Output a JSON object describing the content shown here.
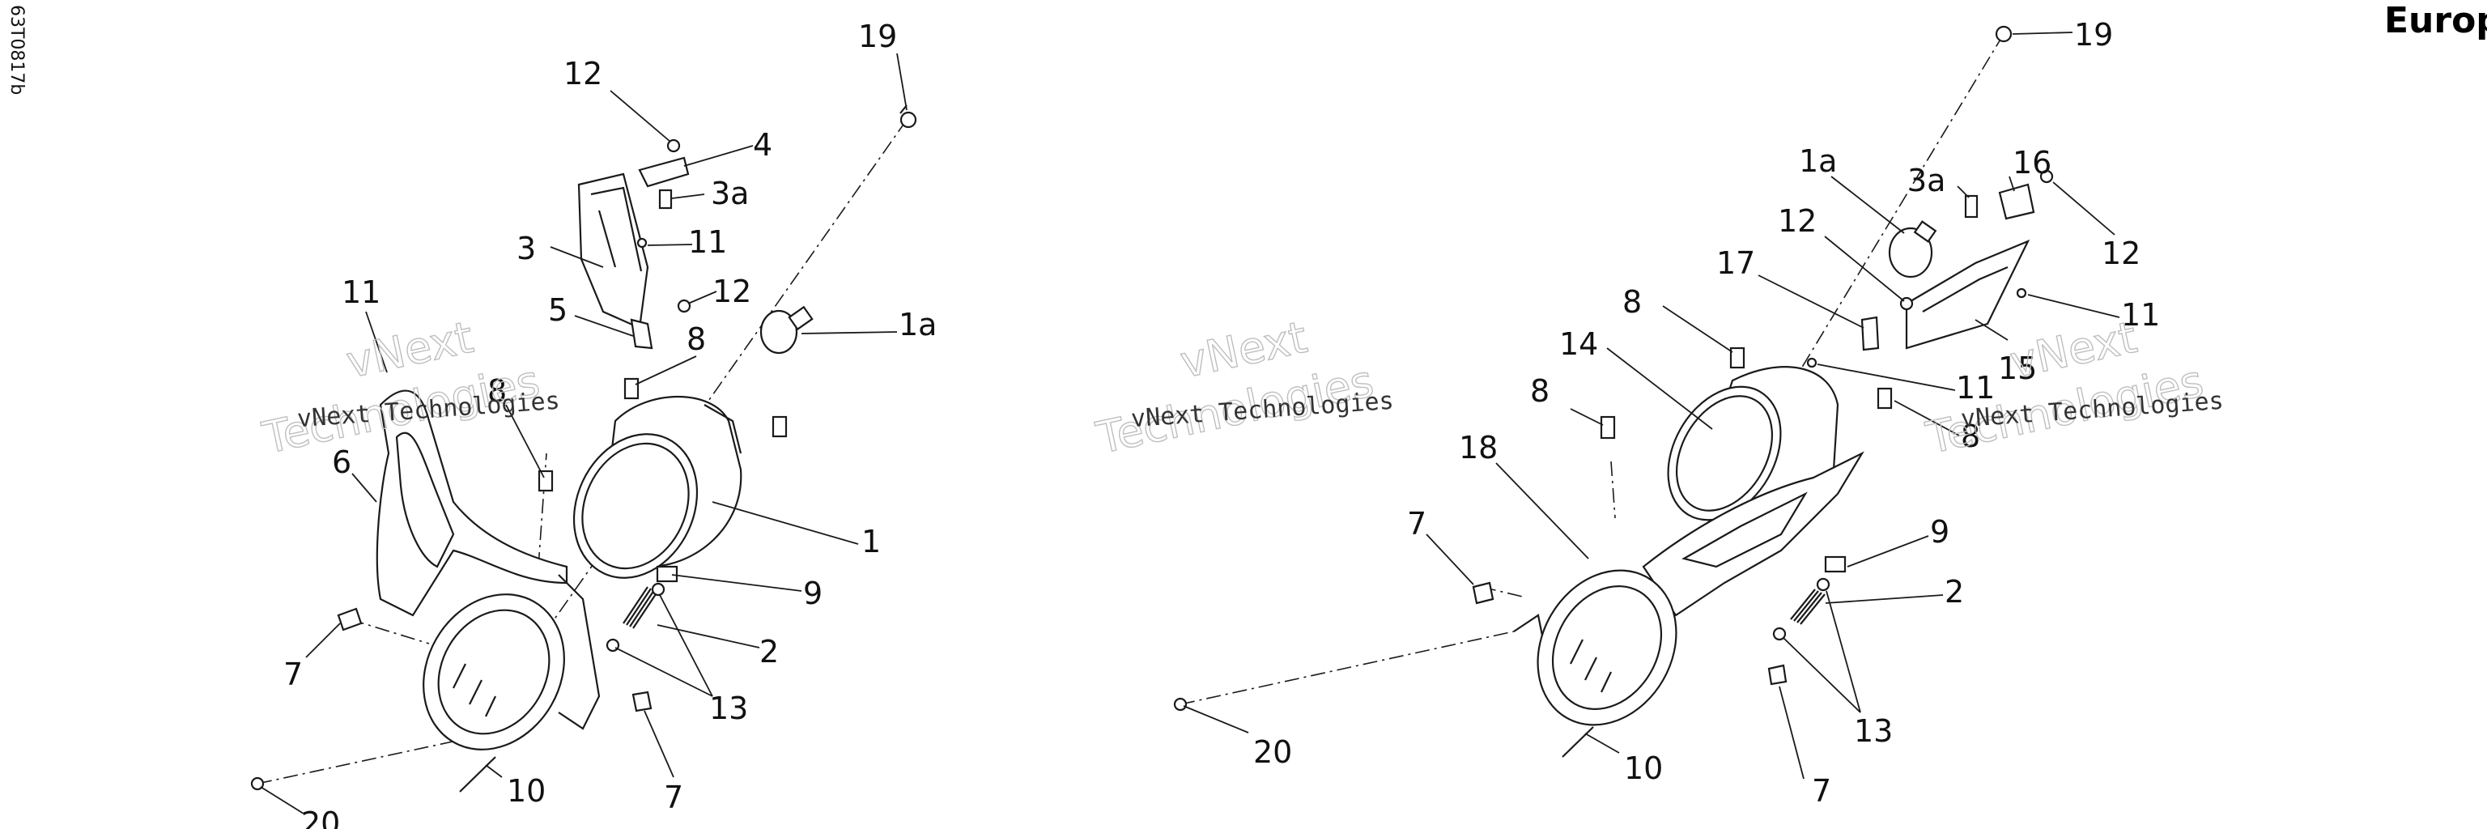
{
  "drawing": {
    "reference": "63T0817b",
    "heading": "Europ",
    "watermark_name": "vNext Technologies",
    "watermark_line1": "vNext",
    "watermark_line2": "Technologies"
  },
  "left_assembly": {
    "callouts": [
      "19",
      "12",
      "4",
      "3a",
      "3",
      "11",
      "12",
      "5",
      "1a",
      "11",
      "8",
      "8",
      "6",
      "1",
      "9",
      "2",
      "7",
      "13",
      "7",
      "10",
      "20"
    ]
  },
  "right_assembly": {
    "callouts": [
      "19",
      "1a",
      "3a",
      "16",
      "12",
      "12",
      "17",
      "8",
      "11",
      "14",
      "15",
      "11",
      "8",
      "8",
      "18",
      "7",
      "9",
      "2",
      "20",
      "13",
      "10",
      "7"
    ]
  }
}
